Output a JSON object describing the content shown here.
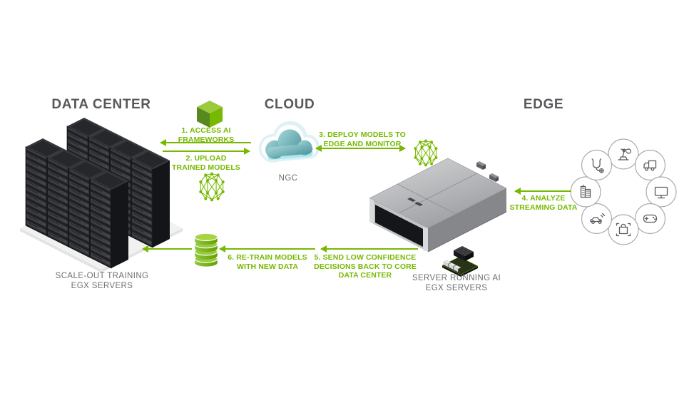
{
  "sections": {
    "data_center": {
      "title": "DATA CENTER",
      "caption": "SCALE-OUT TRAINING\nEGX SERVERS"
    },
    "cloud": {
      "title": "CLOUD",
      "caption": "NGC"
    },
    "edge": {
      "title": "EDGE"
    }
  },
  "server": {
    "caption": "SERVER RUNNING AI\nEGX SERVERS"
  },
  "steps": [
    {
      "label": "1. ACCESS AI\nFRAMEWORKS",
      "direction": "cloud-to-data-center"
    },
    {
      "label": "2. UPLOAD\nTRAINED MODELS",
      "direction": "data-center-to-cloud"
    },
    {
      "label": "3. DEPLOY MODELS TO\nEDGE AND MONITOR",
      "direction": "bidirectional-cloud-edge-server"
    },
    {
      "label": "4. ANALYZE\nSTREAMING DATA",
      "direction": "edge-to-server"
    },
    {
      "label": "5. SEND LOW CONFIDENCE\nDECISIONS BACK TO CORE\nDATA CENTER",
      "direction": "server-to-database"
    },
    {
      "label": "6. RE-TRAIN MODELS\nWITH NEW DATA",
      "direction": "database-to-data-center"
    }
  ],
  "icons": {
    "cube": "ai-frameworks-cube-icon",
    "neural_network_upload": "trained-model-network-icon",
    "neural_network_deploy": "deployed-model-network-icon",
    "cloud_ngc": "ngc-cloud-icon",
    "database": "new-data-database-icon",
    "server_racks": "scale-out-egx-server-racks",
    "edge_server": "egx-edge-server",
    "jetson_module": "jetson-module-icon"
  },
  "edge_industries": [
    "manufacturing-robot-arm-icon",
    "logistics-truck-icon",
    "display-monitor-icon",
    "gaming-controller-icon",
    "retail-shopping-bag-icon",
    "automotive-car-icon",
    "smart-city-building-icon",
    "healthcare-stethoscope-icon"
  ],
  "colors": {
    "accent_green": "#76B900",
    "heading_gray": "#57585B",
    "caption_gray": "#6E6F72",
    "cloud_teal": "#5F9EA4",
    "rack_dark": "#232427"
  }
}
